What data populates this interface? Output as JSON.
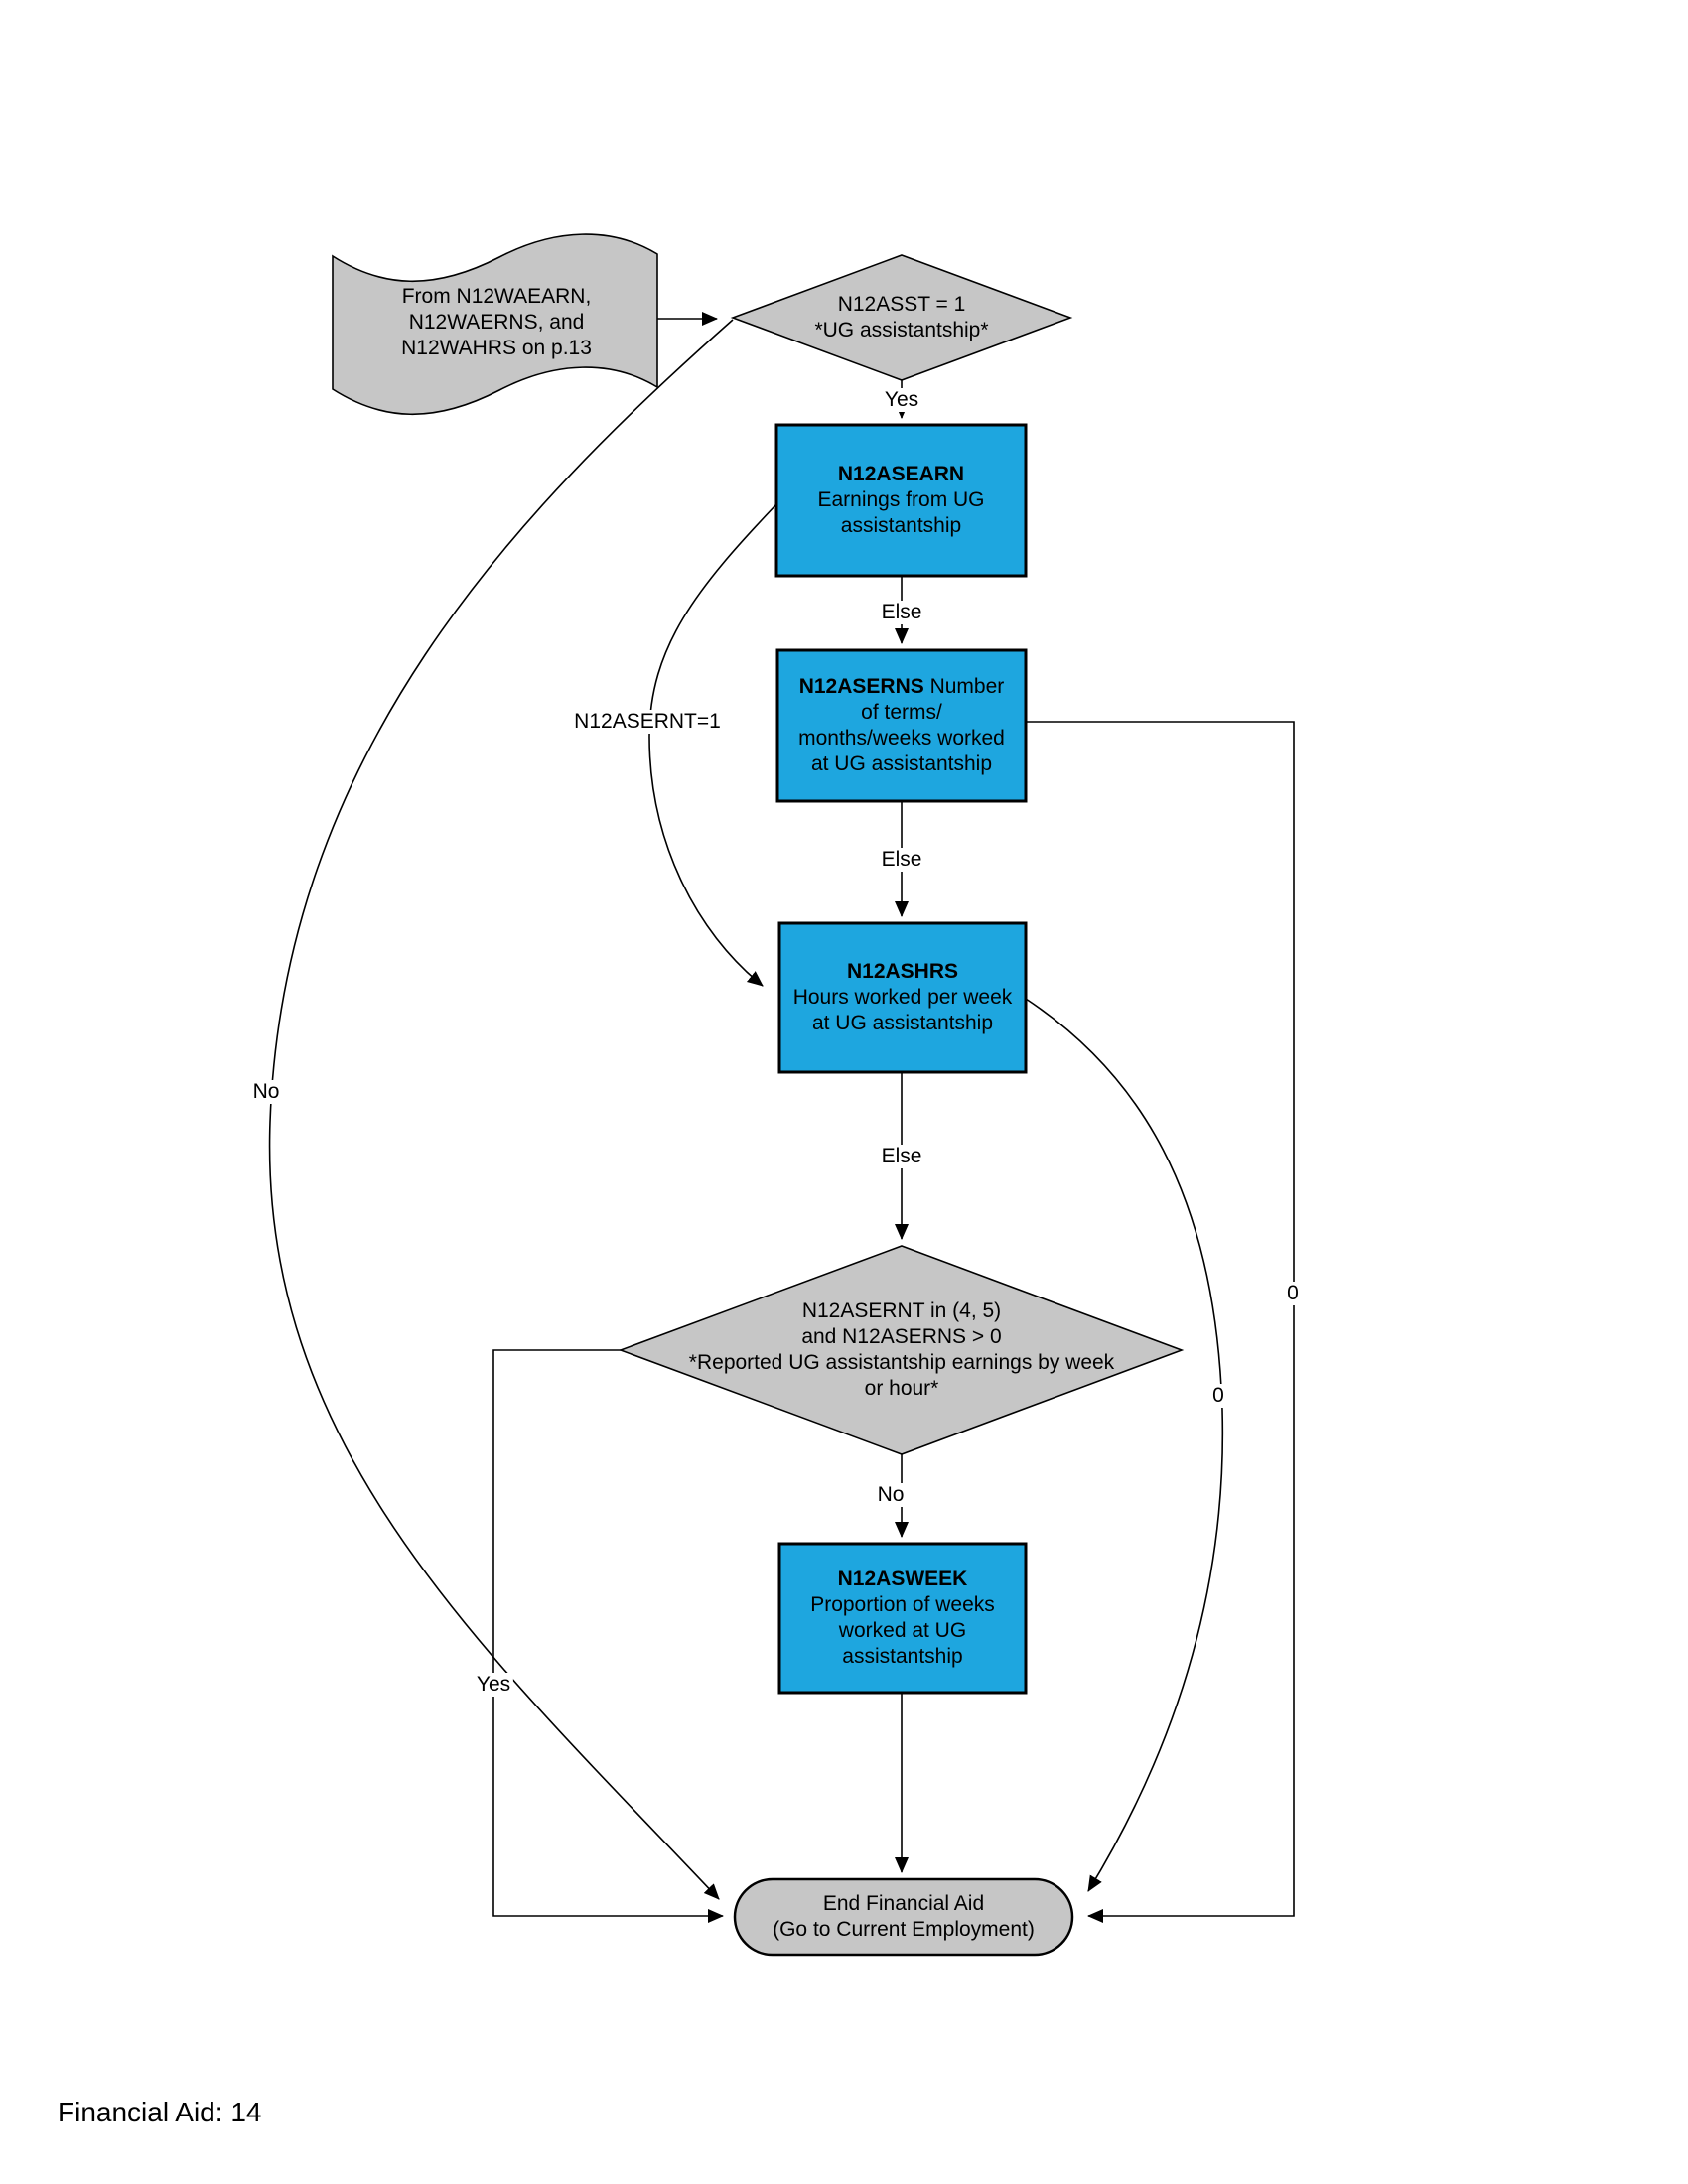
{
  "colors": {
    "process_blue": "#1EA6DF",
    "shape_gray": "#C6C6C6",
    "line_black": "#000000"
  },
  "nodes": {
    "source_banner": {
      "lines": [
        "From N12WAEARN,",
        "N12WAERNS, and",
        "N12WAHRS on p.13"
      ]
    },
    "decision_asst": {
      "lines": [
        "N12ASST = 1",
        "*UG assistantship*"
      ]
    },
    "process_asearn": {
      "title": "N12ASEARN",
      "lines": [
        "Earnings from UG",
        "assistantship"
      ]
    },
    "process_aserns": {
      "title": "N12ASERNS",
      "title_suffix": " Number",
      "lines": [
        "of terms/",
        "months/weeks worked",
        "at UG assistantship"
      ]
    },
    "process_ashrs": {
      "title": "N12ASHRS",
      "lines": [
        "Hours worked per week",
        "at UG assistantship"
      ]
    },
    "decision_asernt": {
      "lines": [
        "N12ASERNT in (4, 5)",
        "and N12ASERNS > 0",
        "*Reported UG assistantship earnings by week",
        "or hour*"
      ]
    },
    "process_asweek": {
      "title": "N12ASWEEK",
      "lines": [
        "Proportion of weeks",
        "worked at UG",
        "assistantship"
      ]
    },
    "end_node": {
      "lines": [
        "End Financial Aid",
        "(Go to Current Employment)"
      ]
    }
  },
  "edge_labels": {
    "yes_top": "Yes",
    "else_1": "Else",
    "else_2": "Else",
    "else_3": "Else",
    "asernt_eq1": "N12ASERNT=1",
    "no_decision2": "No",
    "no_long": "No",
    "yes_rail": "Yes",
    "zero_rail": "0",
    "zero_curve": "0"
  },
  "footer": "Financial Aid: 14"
}
